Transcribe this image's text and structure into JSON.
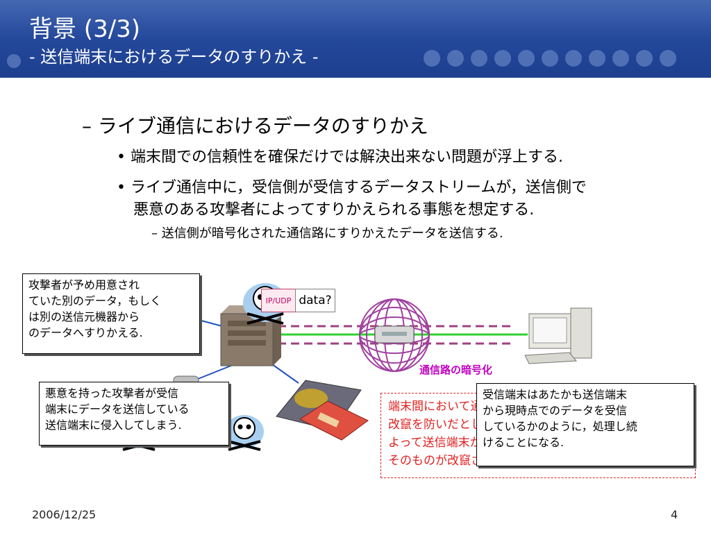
{
  "header": {
    "title": "背景 (3/3)",
    "subtitle": "- 送信端末におけるデータのすりかえ -"
  },
  "content": {
    "level1": "– ライブ通信におけるデータのすりかえ",
    "bullet1": "• 端末間での信頼性を確保だけでは解決出来ない問題が浮上する.",
    "bullet2_line1": "• ライブ通信中に，受信側が受信するデータストリームが，送信側で",
    "bullet2_line2": "悪意のある攻撃者によってすりかえられる事態を想定する.",
    "sub": "– 送信側が暗号化された通信路にすりかえたデータを送信する."
  },
  "callouts": {
    "top_left": [
      "攻撃者が予め用意され",
      "ていた別のデータ，もしく",
      "は別の送信元機器から",
      "のデータへすりかえる."
    ],
    "bottom_left": [
      "悪意を持った攻撃者が受信",
      "端末にデータを送信している",
      "送信端末に侵入してしまう."
    ],
    "right": [
      "受信端末はあたかも送信端末",
      "から現時点でのデータを受信",
      "しているかのように，処理し続",
      "けることになる."
    ]
  },
  "red_note": [
    "端末間において通信路の暗号化により",
    "改竄を防いだとしても，攻撃者に",
    "よって送信端末から送信されるデータ",
    "そのものが改竄される問題がある."
  ],
  "packet": {
    "header": "IP/UDP",
    "payload": "data?"
  },
  "encryption_label": "通信路の暗号化",
  "footer": {
    "date": "2006/12/25",
    "page": "4"
  },
  "colors": {
    "header_bg": "#23479a",
    "red_note": "#e02020",
    "tunnel": "#a040a0",
    "link": "#30d030"
  }
}
